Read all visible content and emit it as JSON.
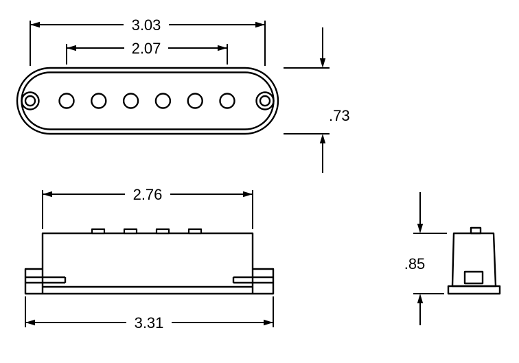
{
  "colors": {
    "line": "#000000",
    "background": "#ffffff"
  },
  "dimensions": {
    "top_view": {
      "overall_width": "3.03",
      "pole_spacing": "2.07",
      "cover_height": ".73"
    },
    "front_view": {
      "bobbin_width": "2.76",
      "overall_width": "3.31"
    },
    "side_view": {
      "height": ".85"
    }
  }
}
